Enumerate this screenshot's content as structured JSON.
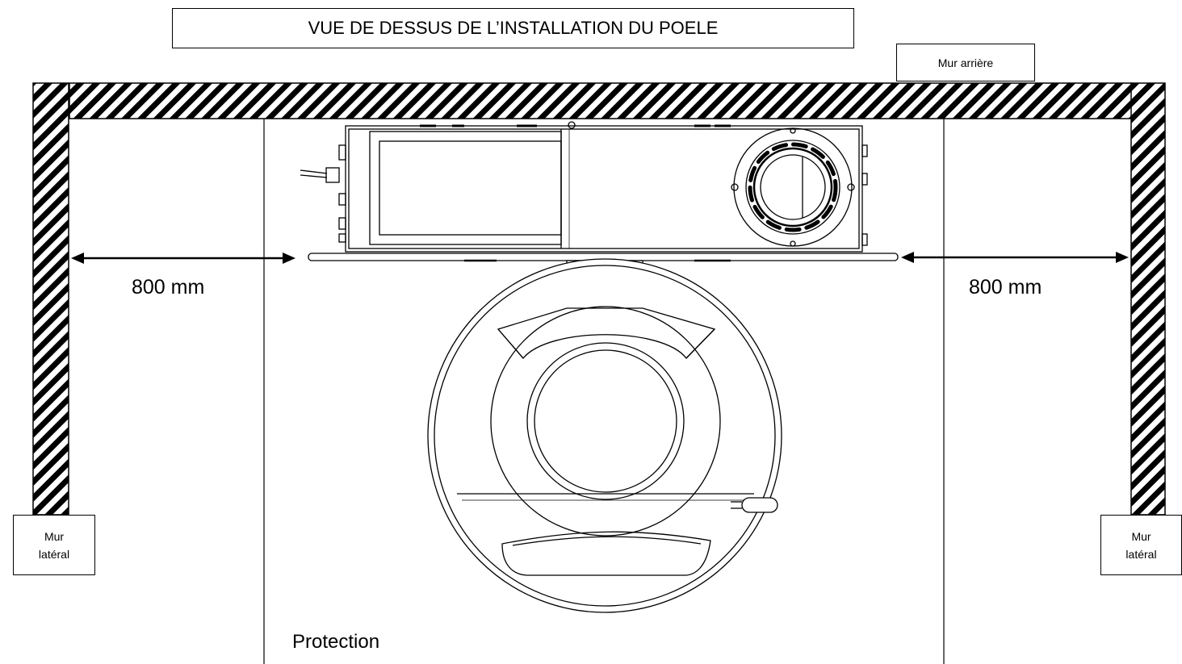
{
  "title": "VUE DE DESSUS DE L’INSTALLATION DU POELE",
  "labels": {
    "back_wall": "Mur arrière",
    "side_wall_left": "Mur latéral",
    "side_wall_right": "Mur latéral",
    "dimension_left": "800 mm",
    "dimension_right": "800 mm",
    "protection": "Protection"
  },
  "colors": {
    "stroke": "#000000",
    "background": "#ffffff"
  }
}
